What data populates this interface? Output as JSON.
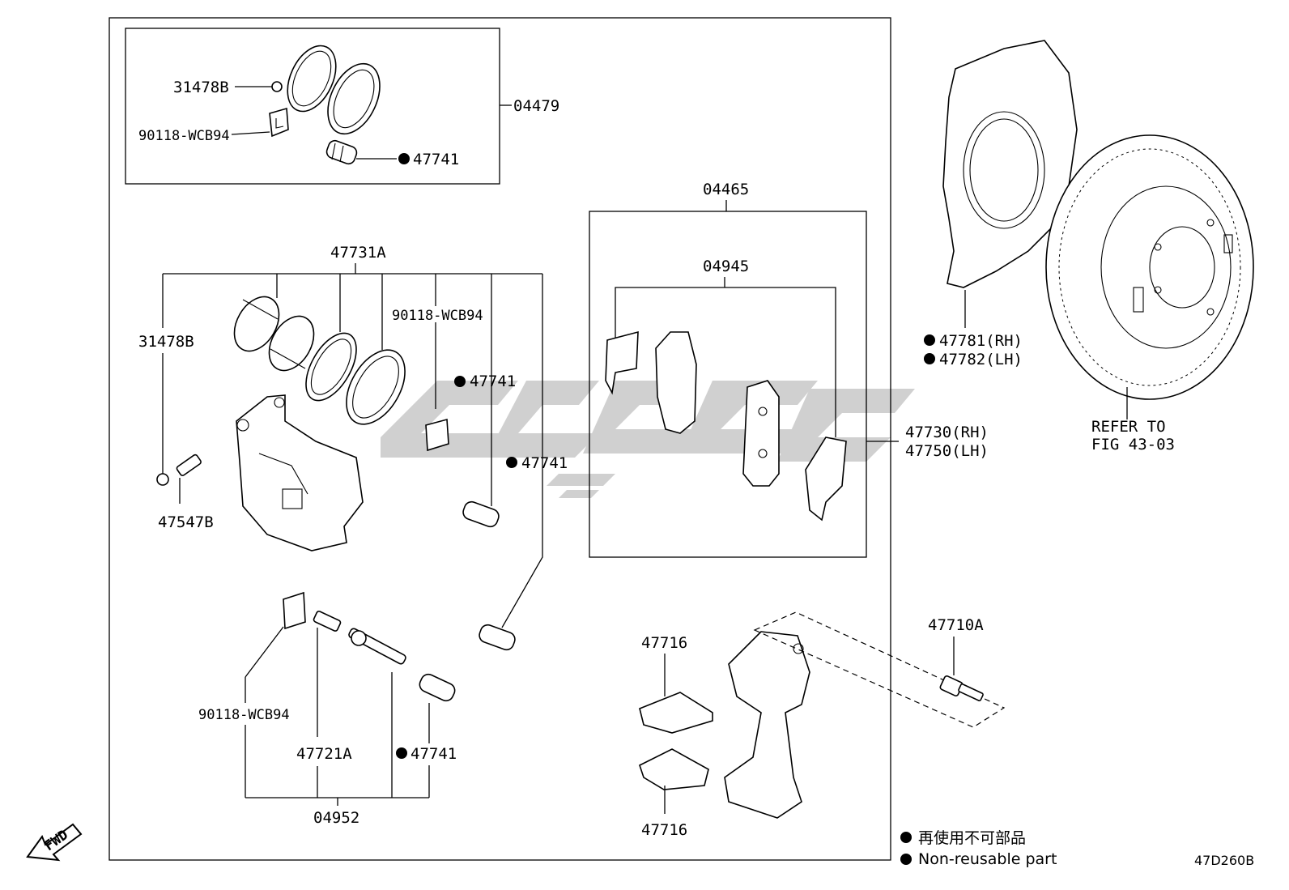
{
  "diagram": {
    "figure_code": "47D260B",
    "fwd_label": "FWD",
    "legend": {
      "non_reusable_jp": "再使用不可部品",
      "non_reusable_en": "Non-reusable part"
    },
    "labels": {
      "seal_kit": "04479",
      "kit_31478b": "31478B",
      "kit_90118": "90118-WCB94",
      "kit_47741": "47741",
      "pad_kit": "04465",
      "pad_set": "04945",
      "cyl_assy": "47731A",
      "cyl_31478b": "31478B",
      "cyl_90118": "90118-WCB94",
      "cyl_47741_a": "47741",
      "cyl_47741_b": "47741",
      "bleeder": "47547B",
      "caliper_rh": "47730(RH)",
      "caliper_lh": "47750(LH)",
      "shield_rh": "47781(RH)",
      "shield_lh": "47782(LH)",
      "refer_1": "REFER TO",
      "refer_2": "FIG 43-03",
      "bolt": "47710A",
      "spring_upper": "47716",
      "spring_lower": "47716",
      "slide_90118": "90118-WCB94",
      "slide_pin": "47721A",
      "slide_47741": "47741",
      "slide_kit": "04952"
    }
  }
}
